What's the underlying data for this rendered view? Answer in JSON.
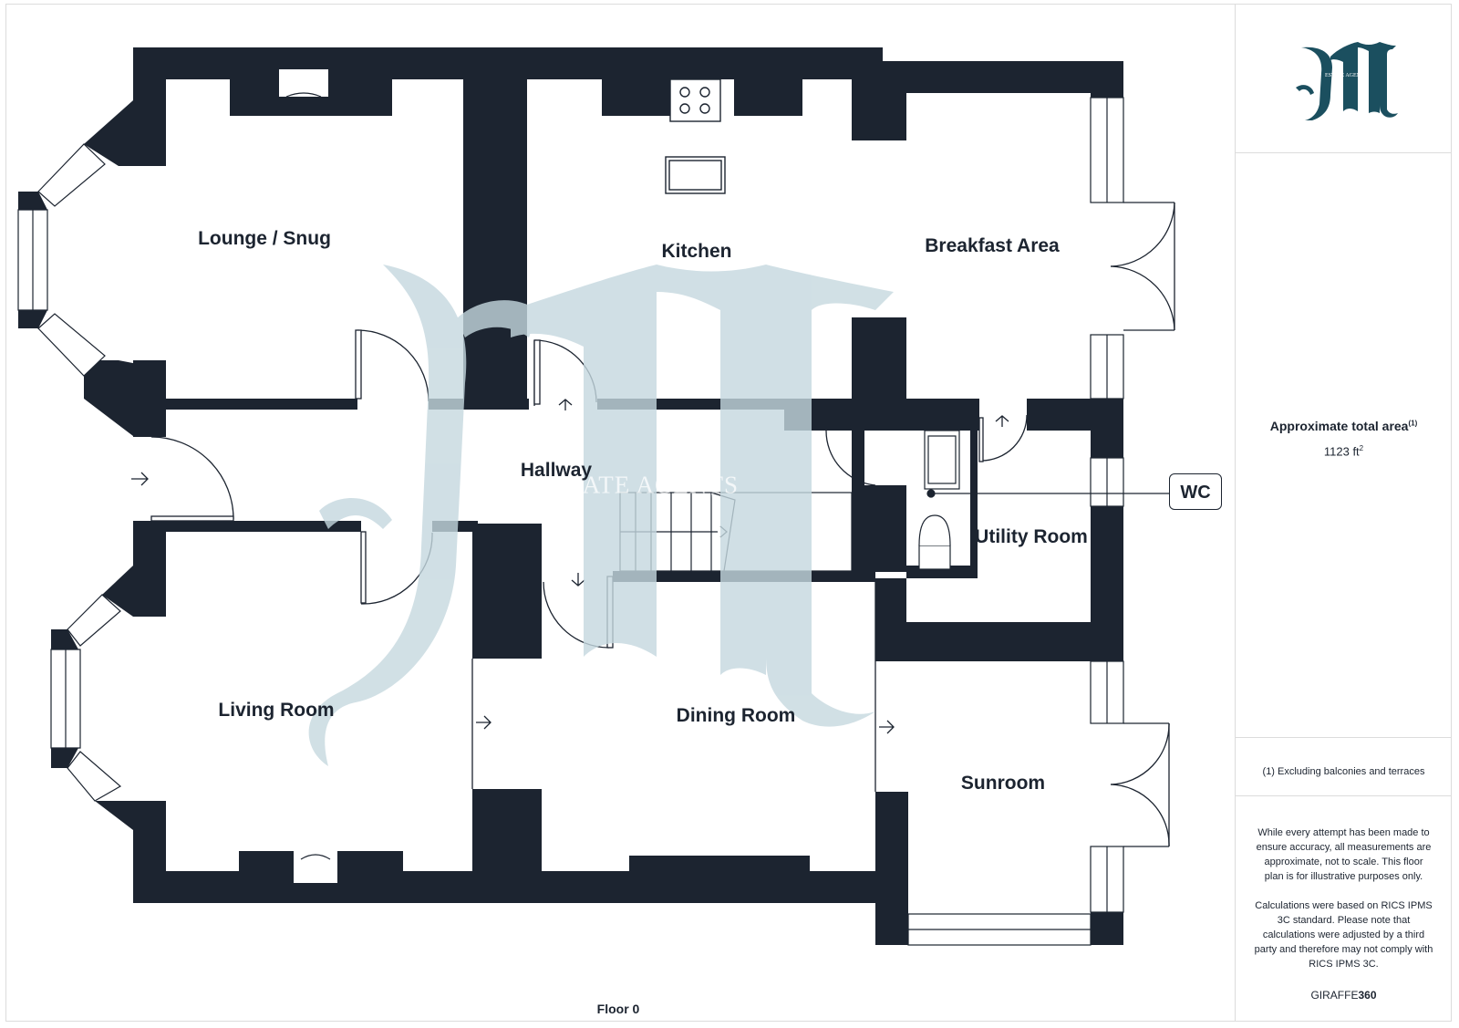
{
  "floor_label": "Floor 0",
  "rooms": {
    "lounge_snug": "Lounge / Snug",
    "kitchen": "Kitchen",
    "breakfast_area": "Breakfast Area",
    "hallway": "Hallway",
    "utility_room": "Utility Room",
    "living_room": "Living Room",
    "dining_room": "Dining Room",
    "sunroom": "Sunroom"
  },
  "wc_label": "WC",
  "watermark": {
    "text": "ESTATE AGENTS",
    "monogram": "M"
  },
  "logo": {
    "monogram": "M",
    "subtext": "ESTATE AGENTS",
    "color": "#1b4f5f"
  },
  "area": {
    "heading": "Approximate total area",
    "heading_note": "(1)",
    "value": "1123 ft",
    "value_unit_sup": "2"
  },
  "footnote": "(1) Excluding balconies and terraces",
  "disclaimer": {
    "para1": "While every attempt has been made to ensure accuracy, all measurements are approximate, not to scale. This floor plan is for illustrative purposes only.",
    "para2": "Calculations were based on RICS IPMS 3C standard. Please note that calculations were adjusted by a third party and therefore may not comply with RICS IPMS 3C."
  },
  "brand": {
    "prefix": "GIRAFFE",
    "suffix": "360"
  },
  "colors": {
    "wall": "#1c2430",
    "watermark": "#c5d8df",
    "logo": "#1b4f5f"
  }
}
